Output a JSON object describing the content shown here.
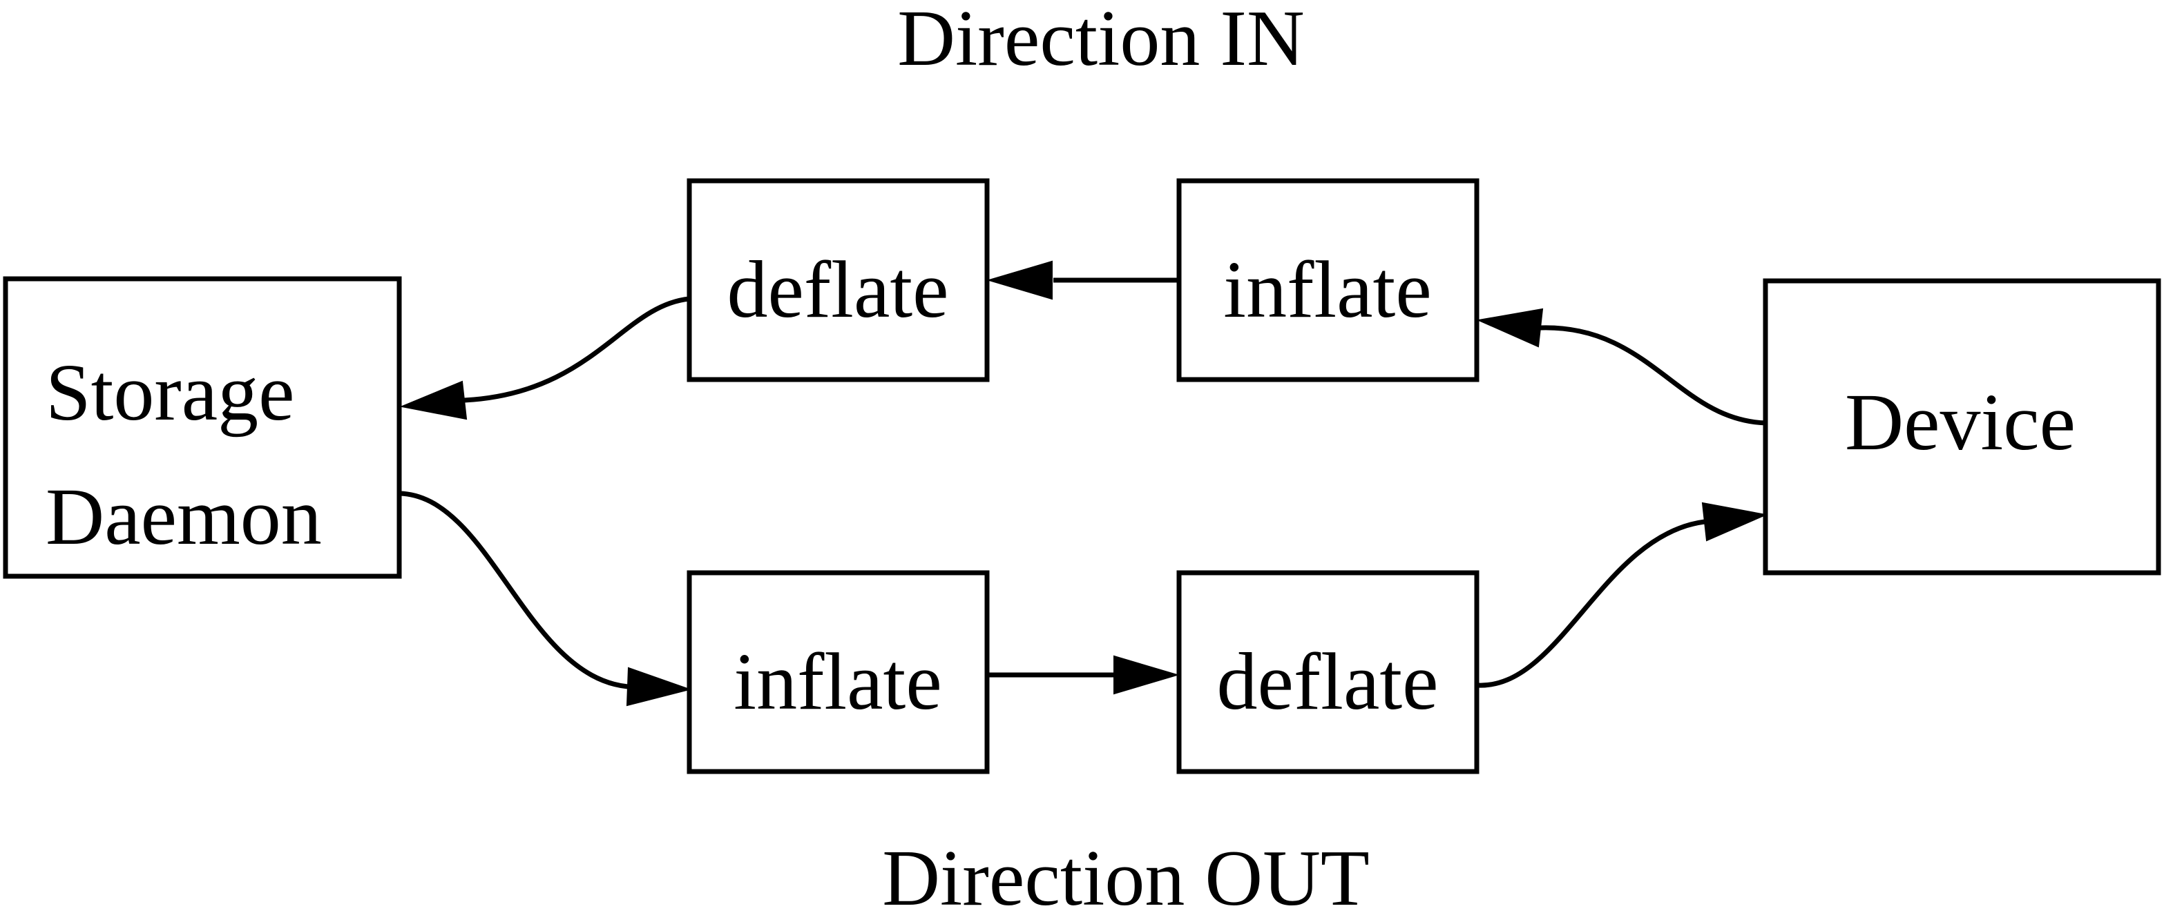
{
  "titles": {
    "direction_in": "Direction IN",
    "direction_out": "Direction OUT"
  },
  "nodes": {
    "storage_daemon": {
      "label": "Storage Daemon",
      "lines": [
        "Storage",
        "Daemon"
      ]
    },
    "device": {
      "label": "Device"
    },
    "deflate_in": {
      "label": "deflate"
    },
    "inflate_in": {
      "label": "inflate"
    },
    "inflate_out": {
      "label": "inflate"
    },
    "deflate_out": {
      "label": "deflate"
    }
  },
  "edges": [
    {
      "from": "device",
      "to": "inflate_in",
      "direction": "IN"
    },
    {
      "from": "inflate_in",
      "to": "deflate_in",
      "direction": "IN"
    },
    {
      "from": "deflate_in",
      "to": "storage_daemon",
      "direction": "IN"
    },
    {
      "from": "storage_daemon",
      "to": "inflate_out",
      "direction": "OUT"
    },
    {
      "from": "inflate_out",
      "to": "deflate_out",
      "direction": "OUT"
    },
    {
      "from": "deflate_out",
      "to": "device",
      "direction": "OUT"
    }
  ],
  "colors": {
    "background": "#ffffff",
    "stroke": "#000000",
    "text": "#000000"
  }
}
